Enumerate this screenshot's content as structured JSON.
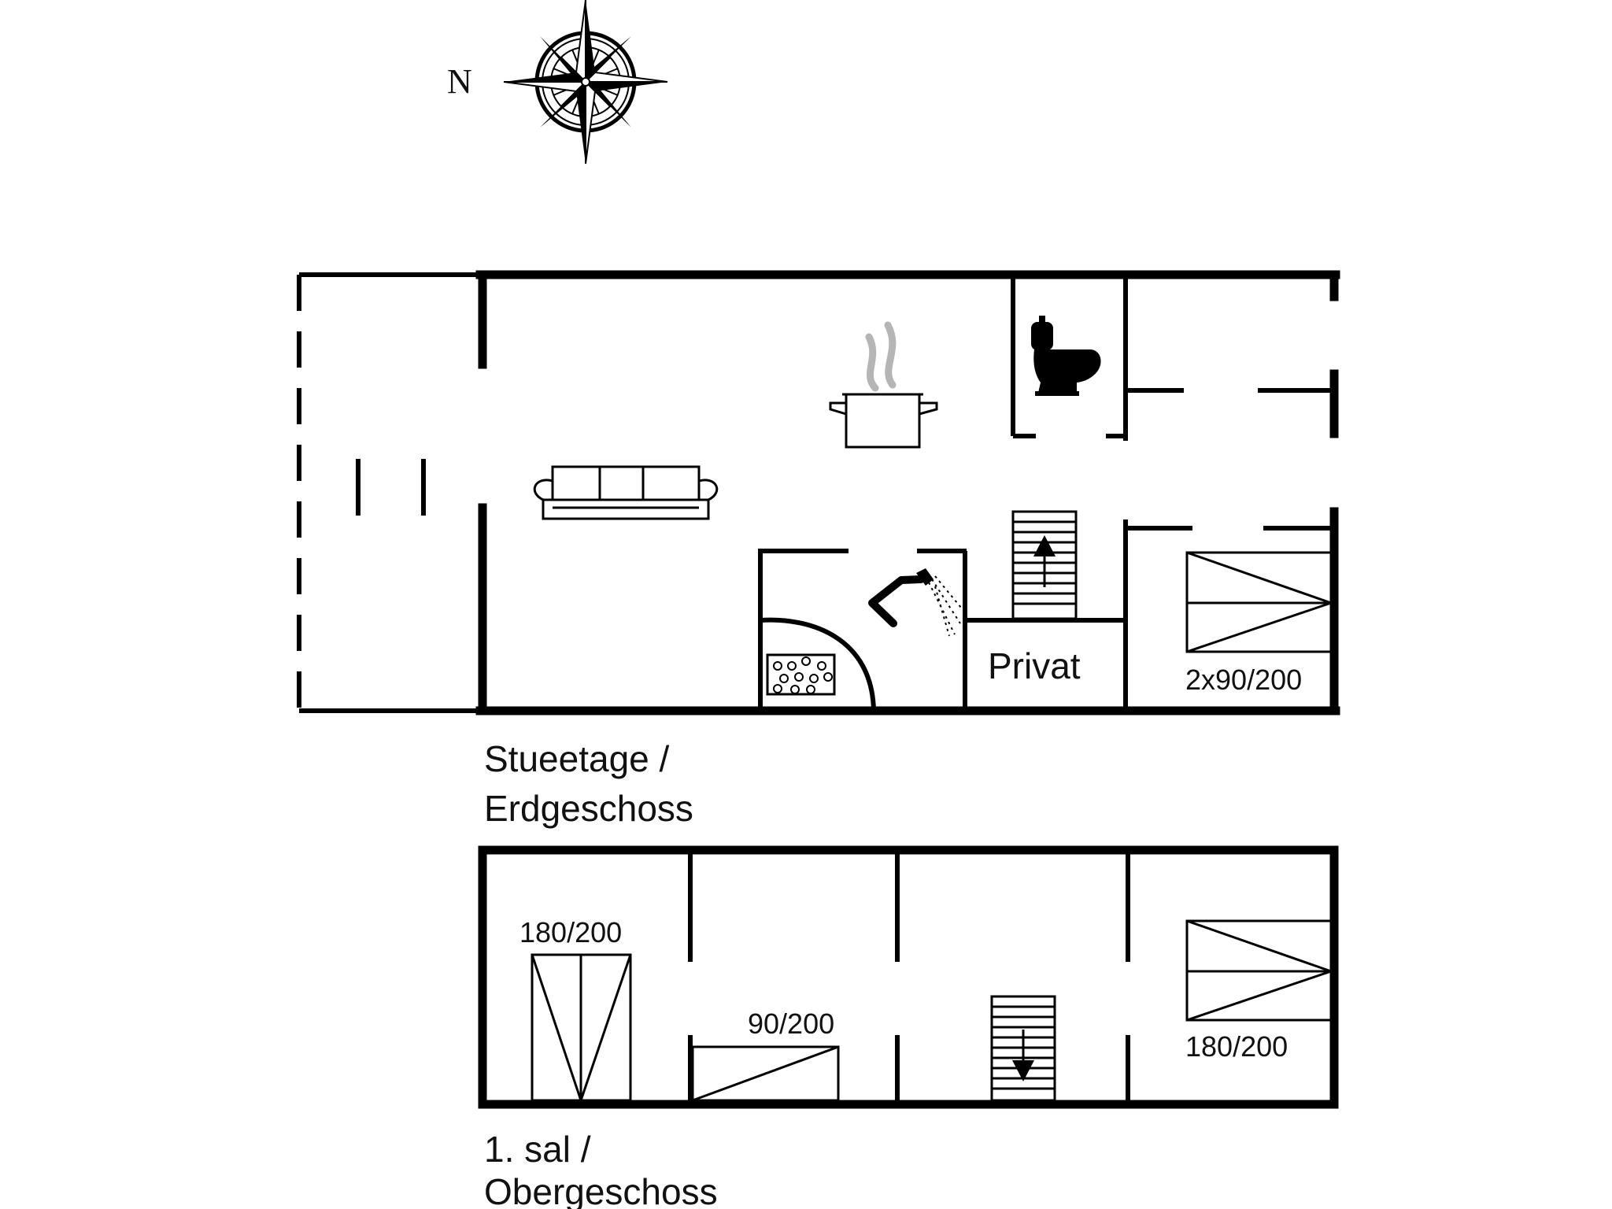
{
  "compass": {
    "label": "N",
    "icon": "compass-rose-icon"
  },
  "floors": {
    "ground": {
      "label_line1": "Stueetage /",
      "label_line2": "Erdgeschoss"
    },
    "upper": {
      "label_line1": "1. sal /",
      "label_line2": "Obergeschoss"
    }
  },
  "rooms": {
    "private": "Privat"
  },
  "beds": {
    "ground_bedroom": "2x90/200",
    "upper_left": "180/200",
    "upper_middle": "90/200",
    "upper_right": "180/200"
  },
  "icons": [
    "sofa-icon",
    "cooking-pot-icon",
    "toilet-icon",
    "shower-icon",
    "sauna-stove-icon",
    "stairs-up-icon",
    "stairs-down-icon",
    "bed-icon"
  ],
  "colors": {
    "line": "#000000",
    "background": "#ffffff",
    "steam": "#b5b5b5"
  }
}
